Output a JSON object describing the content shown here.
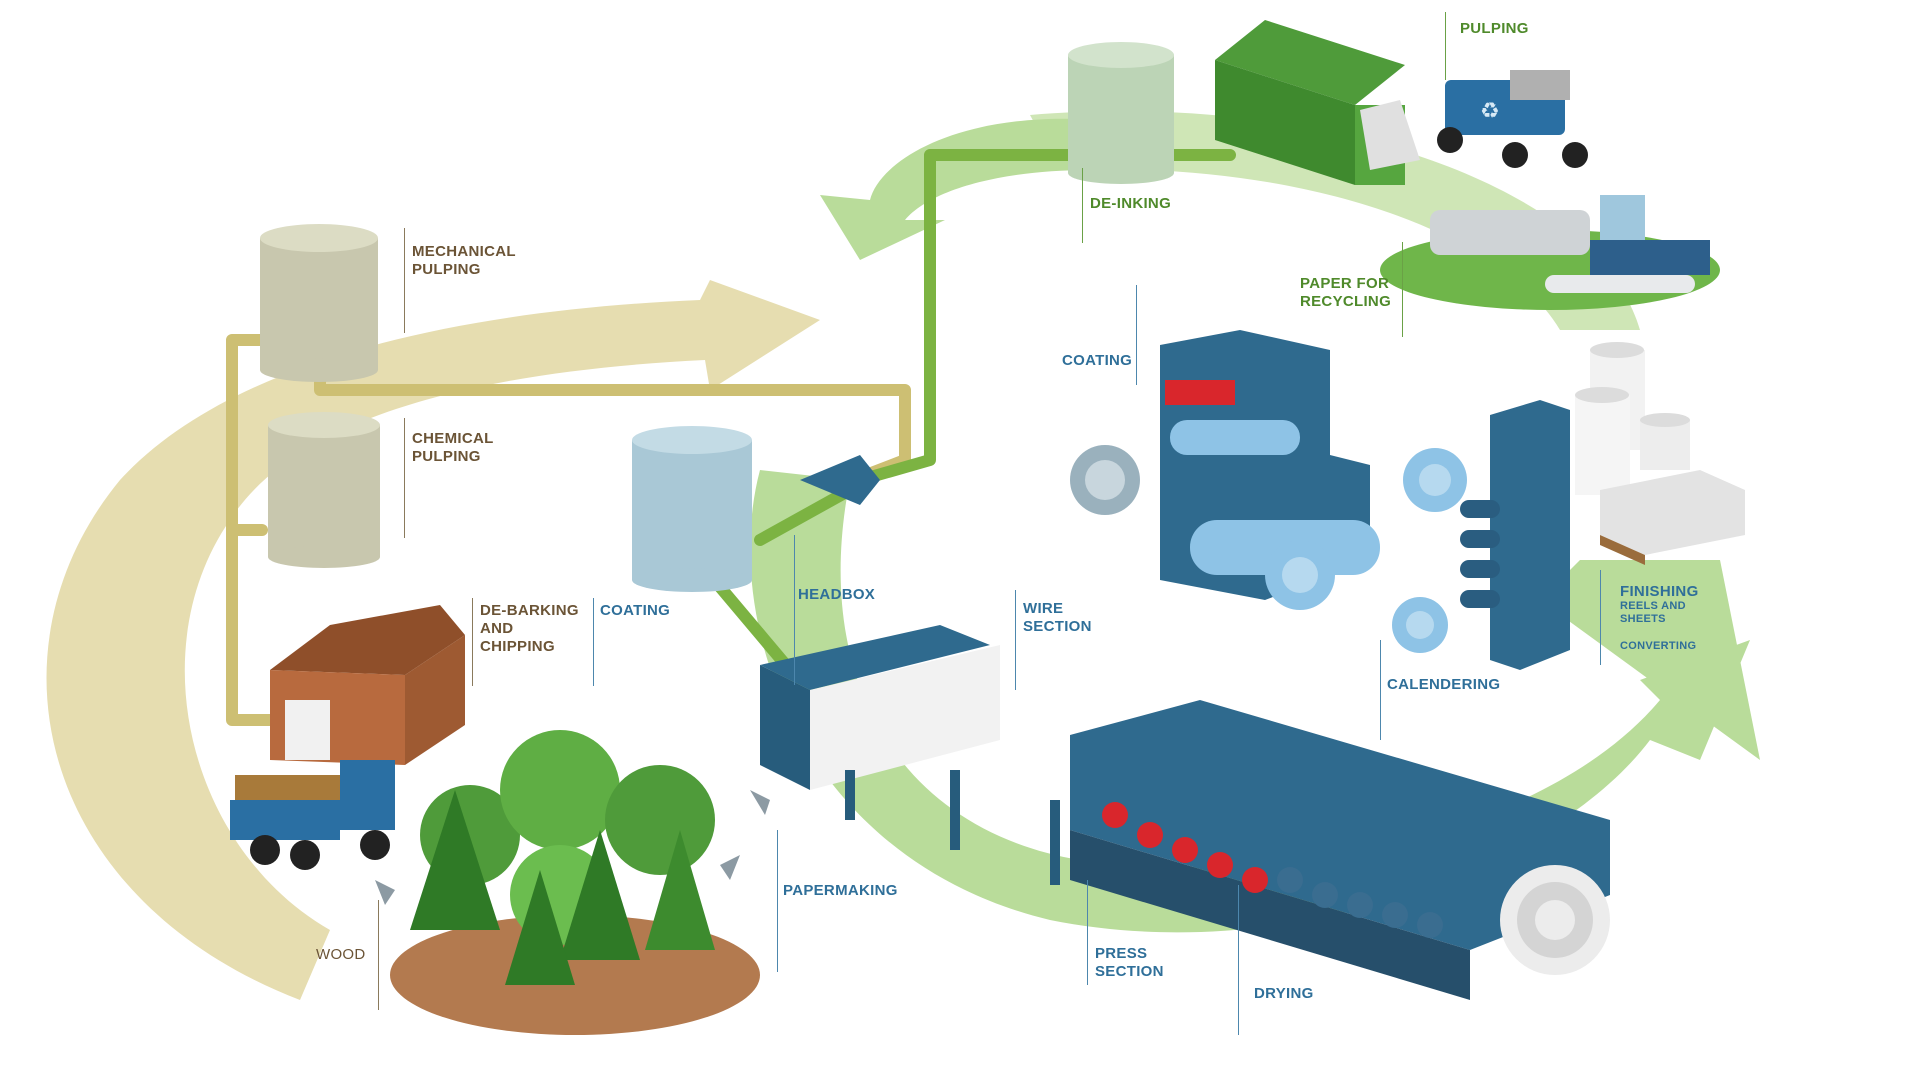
{
  "labels": {
    "pulping": "PULPING",
    "de_inking": "DE-INKING",
    "paper_for_recycling": [
      "PAPER FOR",
      "RECYCLING"
    ],
    "mechanical_pulping": [
      "MECHANICAL",
      "PULPING"
    ],
    "chemical_pulping": [
      "CHEMICAL",
      "PULPING"
    ],
    "de_barking": [
      "DE-BARKING",
      "AND",
      "CHIPPING"
    ],
    "coating_left": "COATING",
    "headbox": "HEADBOX",
    "wire_section": [
      "WIRE",
      "SECTION"
    ],
    "coating_right": "COATING",
    "finishing": "FINISHING",
    "finishing_sub": [
      "REELS AND",
      "SHEETS"
    ],
    "converting": "CONVERTING",
    "calendering": "CALENDERING",
    "papermaking": "PAPERMAKING",
    "press_section": [
      "PRESS",
      "SECTION"
    ],
    "drying": "DRYING",
    "wood": "WOOD"
  },
  "colors": {
    "fibre_flow": "#e6ddb0",
    "recycle_flow": "#b9dc9a",
    "machine_blue": "#2f6a8e",
    "paper_blue": "#8ec3e6",
    "roller_red": "#d9262c",
    "pipe_green": "#7cb342",
    "pipe_tan": "#cdbf73"
  }
}
